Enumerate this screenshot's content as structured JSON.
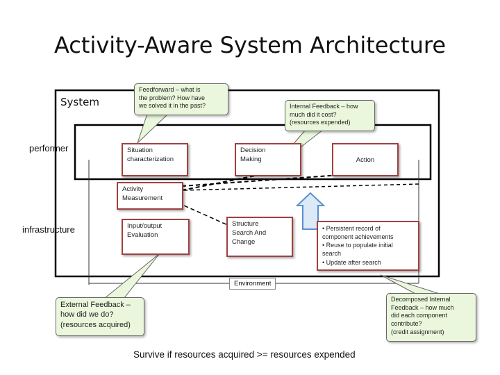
{
  "title": "Activity-Aware System Architecture",
  "labels": {
    "system": "System",
    "performer": "performer",
    "infrastructure": "infrastructure",
    "environment": "Environment",
    "survive": "Survive if resources acquired >= resources expended"
  },
  "boxes": {
    "situation": "Situation\ncharacterization",
    "decision": "Decision\nMaking",
    "action": "Action",
    "activity": "Activity\nMeasurement",
    "io": "Input/output\nEvaluation",
    "structure": "Structure\nSearch And\nChange",
    "persistent": "• Persistent  record of\ncomponent achievements\n• Reuse to populate initial\nsearch\n• Update after  search"
  },
  "callouts": {
    "feedforward": "Feedforward – what is\nthe problem? How have\nwe solved it in the past?",
    "internal": "Internal Feedback – how\nmuch did it cost?\n(resources expended)",
    "external": "External Feedback –\nhow did we do?\n(resources acquired)",
    "decomposed": "Decomposed Internal\nFeedback – how much\ndid each component\ncontribute?\n(credit assignment)"
  },
  "colors": {
    "box_border": "#a04040",
    "callout_fill": "#eaf7dc",
    "arrow_fill": "#dce9f7",
    "arrow_stroke": "#5b8fd0"
  }
}
